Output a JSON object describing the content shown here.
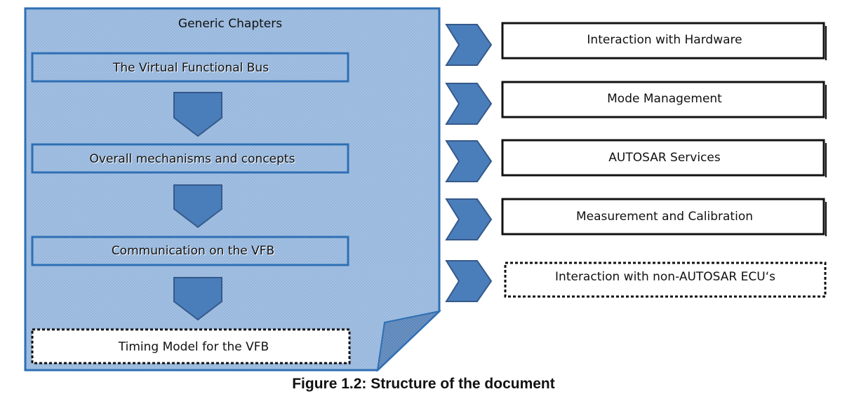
{
  "diagram": {
    "generic_title": "Generic Chapters",
    "generic_chapters": [
      "The Virtual Functional Bus",
      "Overall mechanisms and concepts",
      "Communication on the VFB",
      "Timing Model for the VFB"
    ],
    "side_chapters": [
      "Interaction with Hardware",
      "Mode Management",
      "AUTOSAR Services",
      "Measurement and Calibration",
      "Interaction with non-AUTOSAR ECU‘s"
    ]
  },
  "caption": "Figure 1.2: Structure of the document",
  "colors": {
    "panel_fill": "#A8C4E4",
    "panel_border": "#2E6FB4",
    "arrow_fill": "#4A7EBB",
    "arrow_border": "#36598A"
  }
}
